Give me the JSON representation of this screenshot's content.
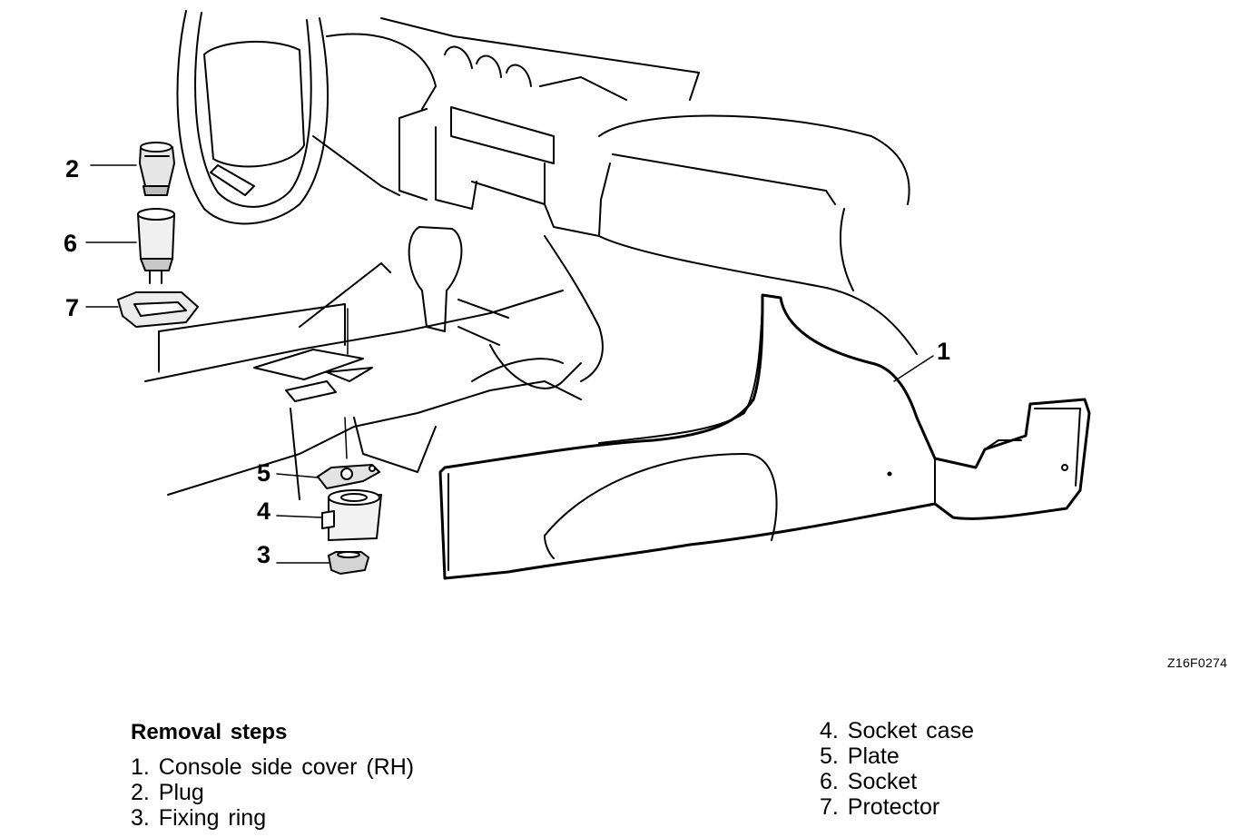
{
  "callouts": {
    "c1": "1",
    "c2": "2",
    "c3": "3",
    "c4": "4",
    "c5": "5",
    "c6": "6",
    "c7": "7"
  },
  "figure_code": "Z16F0274",
  "removal": {
    "heading": "Removal steps",
    "steps_left": [
      "1. Console side cover (RH)",
      "2. Plug",
      "3. Fixing ring"
    ],
    "steps_right": [
      "4. Socket case",
      "5. Plate",
      "6. Socket",
      "7. Protector"
    ]
  }
}
